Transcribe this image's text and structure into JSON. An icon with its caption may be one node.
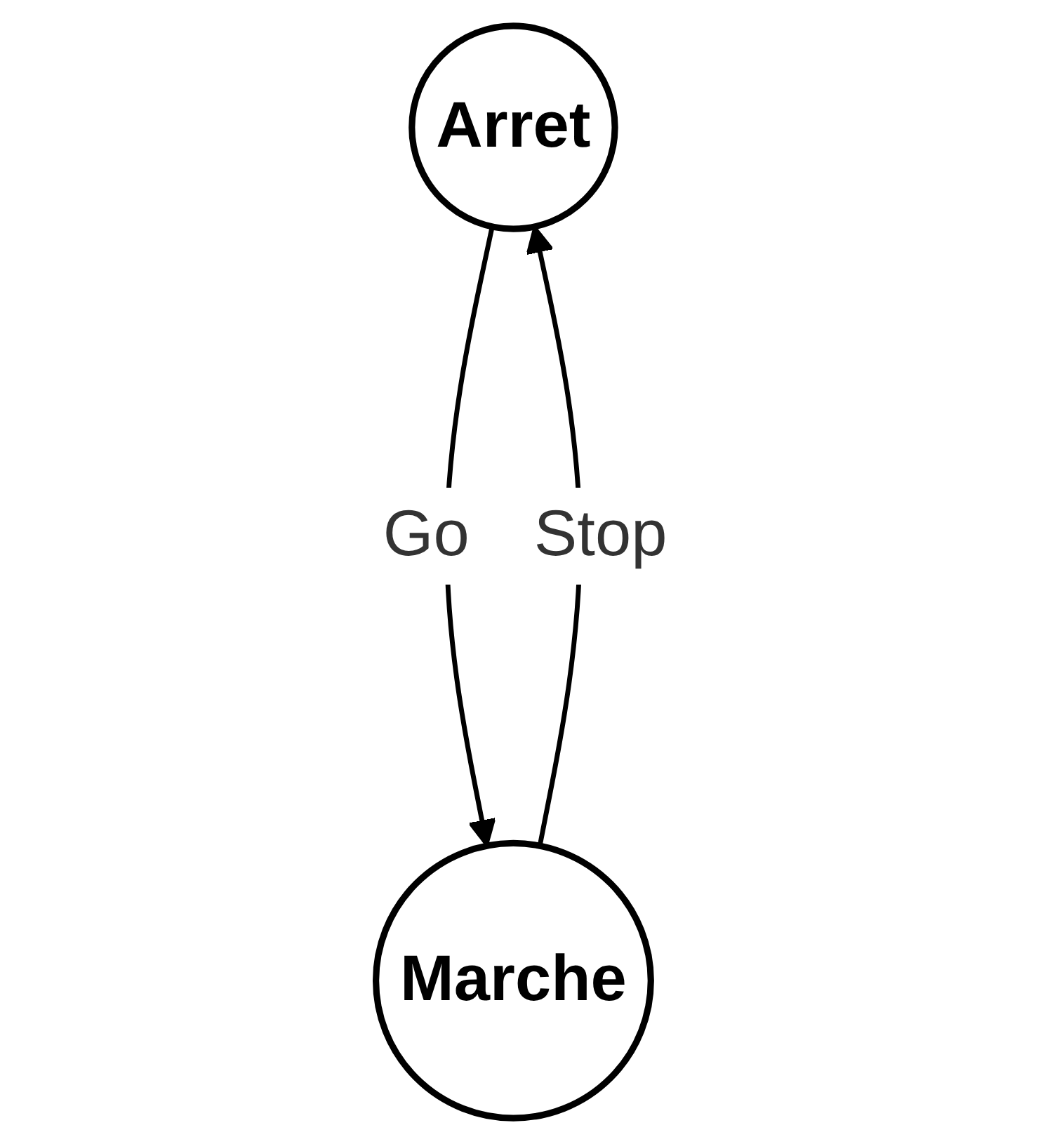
{
  "diagram": {
    "nodes": [
      {
        "text": [
          "Arret"
        ]
      },
      {
        "text": [
          "Marche"
        ]
      }
    ],
    "edges": [
      {
        "from": 0,
        "to": 1,
        "arrow": "to",
        "label": "Go"
      },
      {
        "from": 1,
        "to": 0,
        "arrow": "to",
        "label": "Stop"
      }
    ]
  }
}
